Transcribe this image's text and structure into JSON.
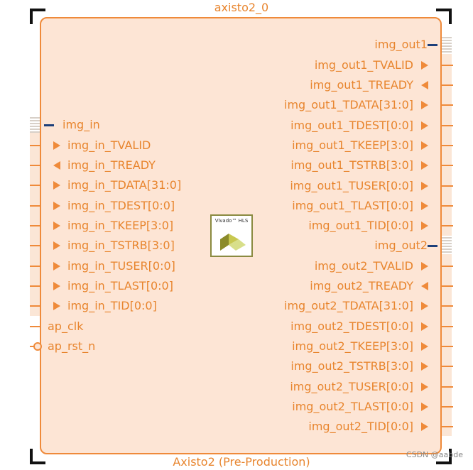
{
  "block": {
    "instance_name": "axisto2_0",
    "footer": "Axisto2 (Pre-Production)",
    "logo_text": "Vivado™ HLS"
  },
  "left_ports": {
    "img_in": "img_in",
    "img_in_TVALID": "img_in_TVALID",
    "img_in_TREADY": "img_in_TREADY",
    "img_in_TDATA": "img_in_TDATA[31:0]",
    "img_in_TDEST": "img_in_TDEST[0:0]",
    "img_in_TKEEP": "img_in_TKEEP[3:0]",
    "img_in_TSTRB": "img_in_TSTRB[3:0]",
    "img_in_TUSER": "img_in_TUSER[0:0]",
    "img_in_TLAST": "img_in_TLAST[0:0]",
    "img_in_TID": "img_in_TID[0:0]",
    "ap_clk": "ap_clk",
    "ap_rst_n": "ap_rst_n"
  },
  "right_ports": {
    "img_out1": "img_out1",
    "img_out1_TVALID": "img_out1_TVALID",
    "img_out1_TREADY": "img_out1_TREADY",
    "img_out1_TDATA": "img_out1_TDATA[31:0]",
    "img_out1_TDEST": "img_out1_TDEST[0:0]",
    "img_out1_TKEEP": "img_out1_TKEEP[3:0]",
    "img_out1_TSTRB": "img_out1_TSTRB[3:0]",
    "img_out1_TUSER": "img_out1_TUSER[0:0]",
    "img_out1_TLAST": "img_out1_TLAST[0:0]",
    "img_out1_TID": "img_out1_TID[0:0]",
    "img_out2": "img_out2",
    "img_out2_TVALID": "img_out2_TVALID",
    "img_out2_TREADY": "img_out2_TREADY",
    "img_out2_TDATA": "img_out2_TDATA[31:0]",
    "img_out2_TDEST": "img_out2_TDEST[0:0]",
    "img_out2_TKEEP": "img_out2_TKEEP[3:0]",
    "img_out2_TSTRB": "img_out2_TSTRB[3:0]",
    "img_out2_TUSER": "img_out2_TUSER[0:0]",
    "img_out2_TLAST": "img_out2_TLAST[0:0]",
    "img_out2_TID": "img_out2_TID[0:0]"
  },
  "watermark": "CSDN @aabde",
  "colors": {
    "block_fill": "#fde5d5",
    "block_border": "#ef8a3a",
    "text": "#e8852e",
    "bus_marker": "#1c3f7a"
  },
  "icons": [
    "port-arrow-in-icon",
    "port-arrow-out-icon",
    "bus-interface-icon",
    "reset-bubble-icon",
    "vivado-hls-logo-icon"
  ]
}
